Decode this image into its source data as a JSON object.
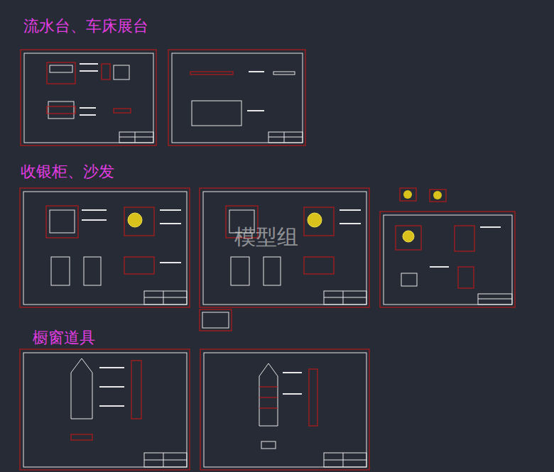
{
  "diagram": {
    "labels": [
      "流水台、车床展台",
      "收银柜、沙发",
      "橱窗道具",
      "模型组"
    ]
  }
}
